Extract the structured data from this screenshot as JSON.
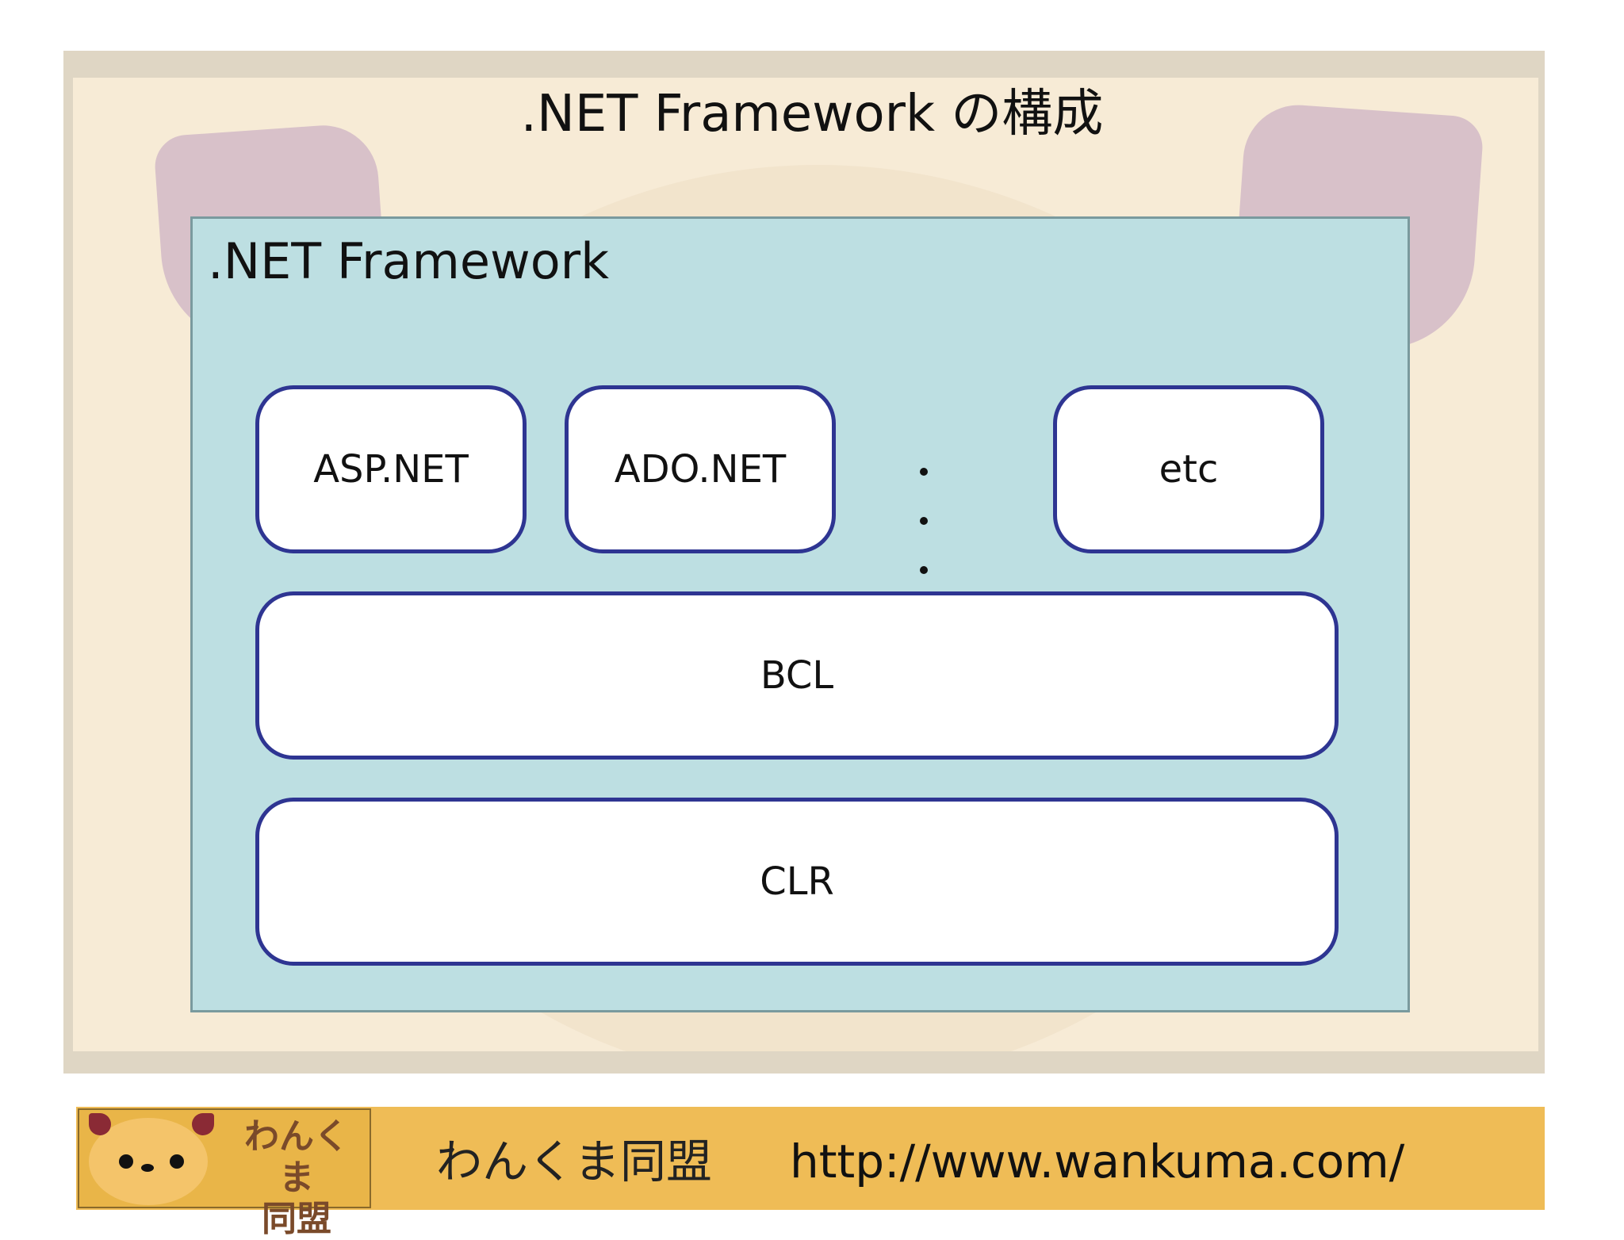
{
  "slide": {
    "title": ".NET Framework の構成"
  },
  "diagram": {
    "container_label": ".NET Framework",
    "top_components": [
      "ASP.NET",
      "ADO.NET",
      "etc"
    ],
    "ellipsis": "・・・",
    "bcl": "BCL",
    "clr": "CLR"
  },
  "footer": {
    "logo_text_line1": "わんくま",
    "logo_text_line2": "同盟",
    "org_name": "わんくま同盟",
    "url": "http://www.wankuma.com/"
  },
  "colors": {
    "container_fill": "#bddfe2",
    "component_border": "#2e3592",
    "footer_bar": "#efbc56"
  }
}
